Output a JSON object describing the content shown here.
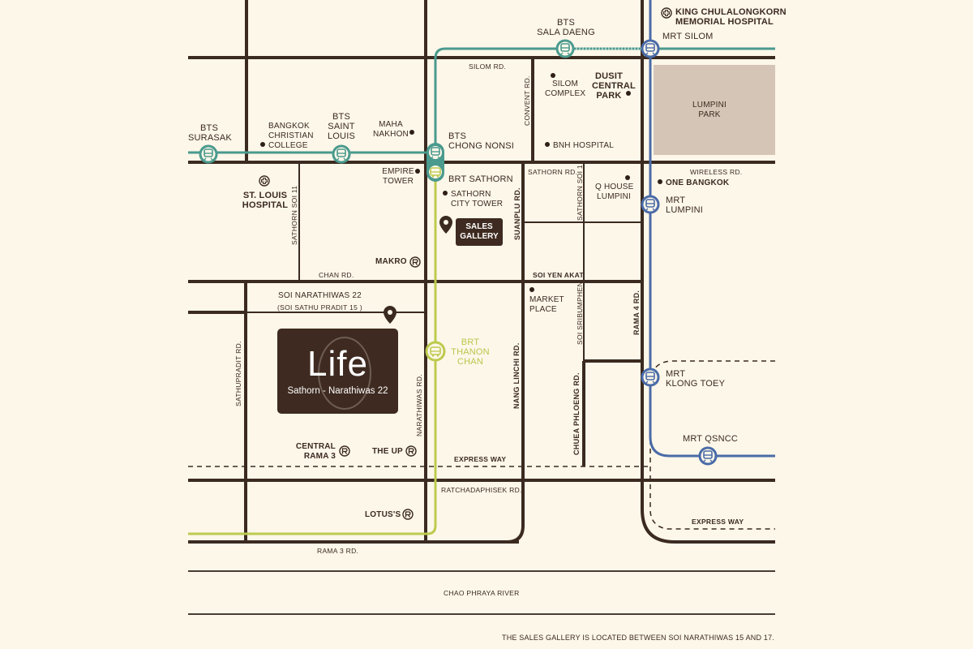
{
  "colors": {
    "background": "#fdf7e9",
    "road": "#3b2a20",
    "bts": "#4a9a8e",
    "mrt": "#4a6ba8",
    "brt": "#bccb4e",
    "park": "#d5c5b6",
    "label_box": "#3e2a20"
  },
  "project": {
    "logo": "Life",
    "subtitle": "Sathorn - Narathiwas 22"
  },
  "sales_gallery": {
    "label_line1": "SALES",
    "label_line2": "GALLERY"
  },
  "stations": {
    "bts_surasak": {
      "line1": "BTS",
      "line2": "SURASAK"
    },
    "bts_saint_louis": {
      "line1": "BTS",
      "line2": "SAINT",
      "line3": "LOUIS"
    },
    "bts_chong_nonsi": {
      "line1": "BTS",
      "line2": "CHONG NONSI"
    },
    "bts_sala_daeng": {
      "line1": "BTS",
      "line2": "SALA DAENG"
    },
    "mrt_silom": "MRT SILOM",
    "mrt_lumpini": {
      "line1": "MRT",
      "line2": "LUMPINI"
    },
    "mrt_klong_toey": {
      "line1": "MRT",
      "line2": "KLONG TOEY"
    },
    "mrt_qsncc": "MRT QSNCC",
    "brt_sathorn": "BRT SATHORN",
    "brt_thanon_chan": {
      "line1": "BRT",
      "line2": "THANON",
      "line3": "CHAN"
    }
  },
  "landmarks": {
    "king_chula": {
      "line1": "KING CHULALONGKORN",
      "line2": "MEMORIAL HOSPITAL"
    },
    "bangkok_christian": {
      "line1": "BANGKOK",
      "line2": "CHRISTIAN",
      "line3": "COLLEGE"
    },
    "maha_nakhon": {
      "line1": "MAHA",
      "line2": "NAKHON"
    },
    "silom_complex": {
      "line1": "SILOM",
      "line2": "COMPLEX"
    },
    "dusit_central_park": {
      "line1": "DUSIT",
      "line2": "CENTRAL",
      "line3": "PARK"
    },
    "lumpini_park": {
      "line1": "LUMPINI",
      "line2": "PARK"
    },
    "bnh_hospital": "BNH HOSPITAL",
    "empire_tower": {
      "line1": "EMPIRE",
      "line2": "TOWER"
    },
    "st_louis_hospital": {
      "line1": "ST. LOUIS",
      "line2": "HOSPITAL"
    },
    "sathorn_city_tower": {
      "line1": "SATHORN",
      "line2": "CITY TOWER"
    },
    "q_house_lumpini": {
      "line1": "Q HOUSE",
      "line2": "LUMPINI"
    },
    "one_bangkok": "ONE BANGKOK",
    "makro": "MAKRO",
    "market_place": {
      "line1": "MARKET",
      "line2": "PLACE"
    },
    "central_rama3": {
      "line1": "CENTRAL",
      "line2": "RAMA 3"
    },
    "the_up": "THE UP",
    "lotuss": "LOTUS'S"
  },
  "roads": {
    "silom": "SILOM RD.",
    "convent": "CONVENT RD.",
    "sathorn": "SATHORN RD.",
    "sathorn_soi1": "SATHORN SOI 1",
    "sathorn_soi11": "SATHORN  SOI 11",
    "wireless": "WIRELESS RD.",
    "suanplu": "SUANPLU RD.",
    "soi_yen_akat": "SOI YEN AKAT",
    "chan": "CHAN RD.",
    "soi_narathiwas22": "SOI NARATHIWAS 22",
    "soi_sathu_pradit15": "(SOI SATHU PRADIT 15 )",
    "sathupradit": "SATHUPRADIT RD.",
    "narathiwas": "NARATHIWAS RD.",
    "nang_linchi": "NANG LINCHI RD.",
    "soi_sribumphen": "SOI SRIBUMPHEN",
    "chuea_phloeng": "CHUEA PHLOENG RD.",
    "rama4": "RAMA 4 RD.",
    "express_way": "EXPRESS WAY",
    "express_way_2": "EXPRESS WAY",
    "ratchadaphisek": "RATCHADAPHISEK RD.",
    "rama3": "RAMA 3 RD.",
    "chao_phraya": "CHAO PHRAYA RIVER"
  },
  "footnote": "THE SALES GALLERY IS LOCATED BETWEEN SOI NARATHIWAS 15 AND 17."
}
